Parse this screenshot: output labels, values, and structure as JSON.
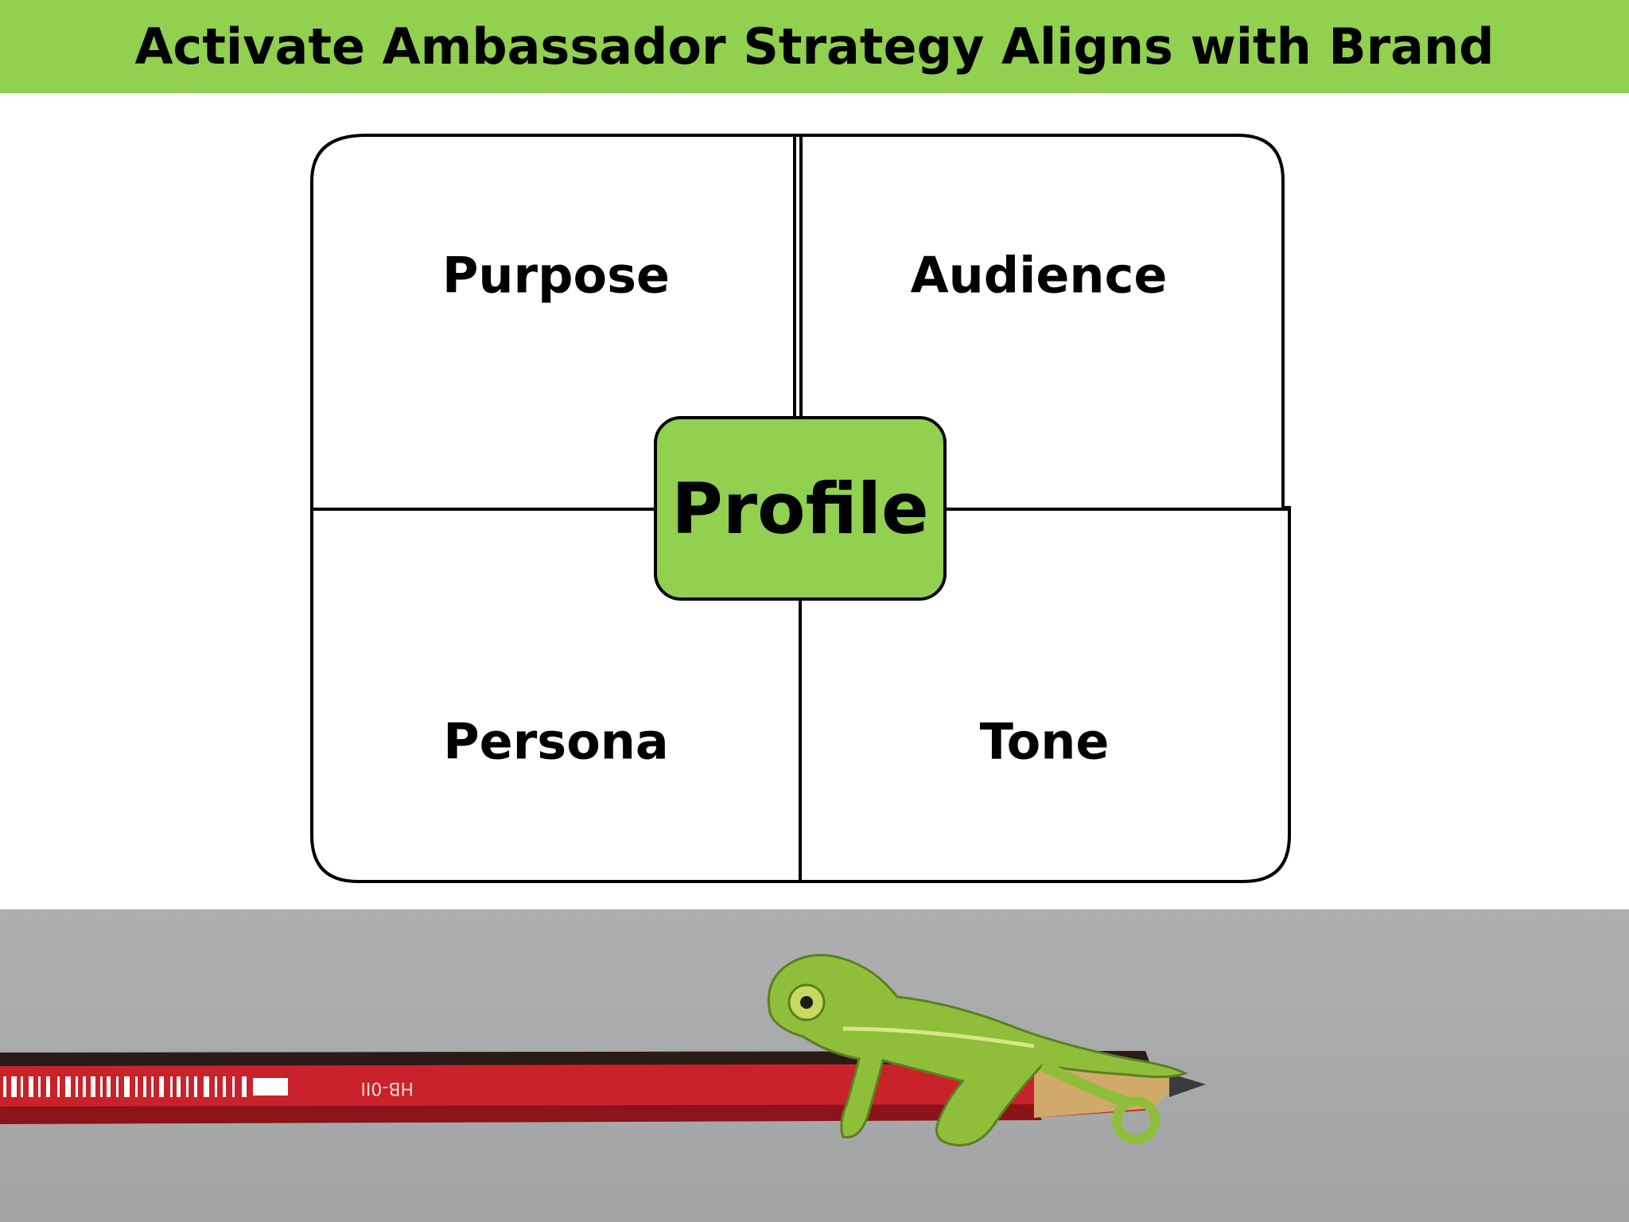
{
  "slide": {
    "title": "Activate Ambassador Strategy Aligns with Brand"
  },
  "diagram": {
    "center": {
      "label": "Profile"
    },
    "quadrants": [
      {
        "label": "Purpose"
      },
      {
        "label": "Audience"
      },
      {
        "label": "Persona"
      },
      {
        "label": "Tone"
      }
    ]
  },
  "photo": {
    "pencil_text": "HB-0II"
  },
  "colors": {
    "accent_green": "#92d050",
    "outline": "#000000",
    "photo_background": "#a9aaac",
    "pencil_red": "#c9222a",
    "chameleon_green": "#8fbf3a"
  }
}
